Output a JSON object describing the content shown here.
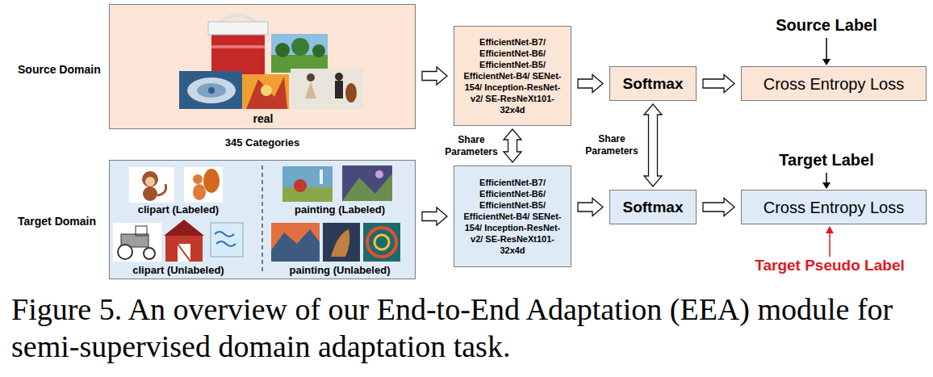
{
  "diagram": {
    "caption": "Figure 5. An overview of our End-to-End Adaptation (EEA) module for semi-supervised domain adaptation task.",
    "nodes": [
      {
        "text": [
          "real"
        ]
      },
      {
        "text": [
          "EfficientNet-B7/ EfficientNet-B6/ EfficientNet-B5/ EfficientNet-B4/ SENet-154/ Inception-ResNet-v2/ SE-ResNeXt101-32x4d"
        ]
      },
      {
        "text": [
          "Softmax"
        ]
      },
      {
        "text": [
          "Cross Entropy Loss"
        ]
      },
      {
        "text": [
          "clipart (Labeled)",
          "painting (Labeled)",
          "clipart (Unlabeled)",
          "painting (Unlabeled)"
        ]
      },
      {
        "text": [
          "EfficientNet-B7/ EfficientNet-B6/ EfficientNet-B5/ EfficientNet-B4/ SENet-154/ Inception-ResNet-v2/ SE-ResNeXt101-32x4d"
        ]
      },
      {
        "text": [
          "Softmax"
        ]
      },
      {
        "text": [
          "Cross Entropy Loss"
        ]
      }
    ],
    "edges": [
      {
        "from": 0,
        "to": 1,
        "arrow": "to"
      },
      {
        "from": 1,
        "to": 2,
        "arrow": "to"
      },
      {
        "from": 2,
        "to": 3,
        "arrow": "to"
      },
      {
        "from": 4,
        "to": 5,
        "arrow": "to"
      },
      {
        "from": 5,
        "to": 6,
        "arrow": "to"
      },
      {
        "from": 6,
        "to": 7,
        "arrow": "to"
      },
      {
        "from": 1,
        "to": 5,
        "label": "Share Parameters",
        "arrow": "both"
      },
      {
        "from": 2,
        "to": 6,
        "label": "Share Parameters",
        "arrow": "both"
      }
    ],
    "labels": [
      "Source Domain",
      "Target Domain",
      "345 Categories",
      "Source Label",
      "Target Label",
      "Target Pseudo Label"
    ]
  }
}
